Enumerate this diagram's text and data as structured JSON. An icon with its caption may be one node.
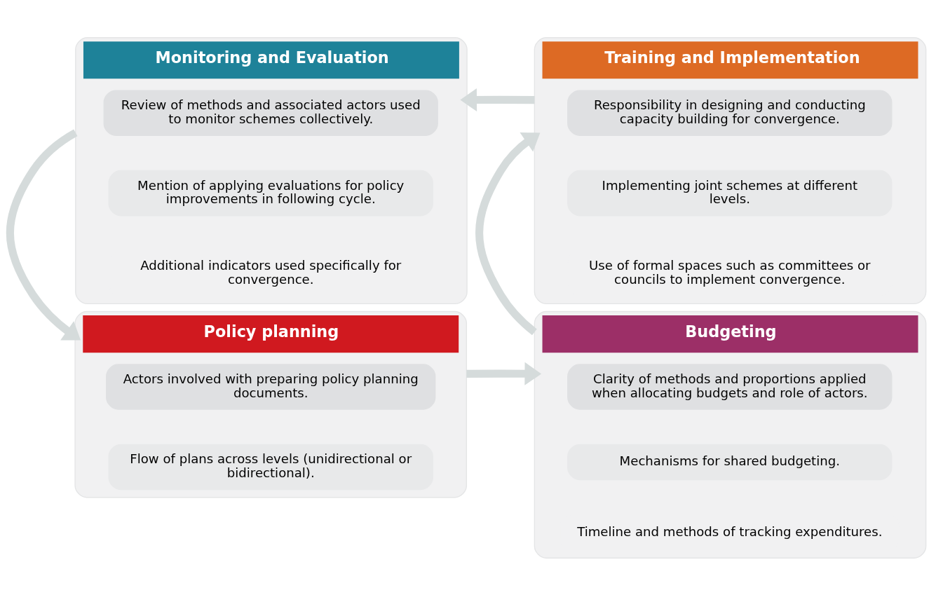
{
  "diagram": {
    "nodes": [
      {
        "text": [
          "Policy planning"
        ]
      },
      {
        "text": [
          "Actors involved with preparing policy planning documents."
        ],
        "in": 0
      },
      {
        "text": [
          "Flow of plans across levels (unidirectional or bidirectional)."
        ],
        "in": 0
      },
      {
        "text": [
          "Budgeting"
        ]
      },
      {
        "text": [
          "Clarity of methods and proportions applied when allocating budgets and role of actors."
        ],
        "in": 3
      },
      {
        "text": [
          "Mechanisms for shared budgeting."
        ],
        "in": 3
      },
      {
        "text": [
          "Timeline and methods of tracking expenditures."
        ],
        "in": 3
      },
      {
        "text": [
          "Training and Implementation"
        ]
      },
      {
        "text": [
          "Responsibility in designing and conducting capacity building for convergence."
        ],
        "in": 7
      },
      {
        "text": [
          "Implementing joint schemes at different levels."
        ],
        "in": 7
      },
      {
        "text": [
          "Use of formal spaces such as committees or councils to implement convergence."
        ],
        "in": 7
      },
      {
        "text": [
          "Monitoring and Evaluation"
        ]
      },
      {
        "text": [
          "Review of methods and associated actors used to monitor schemes collectively."
        ],
        "in": 11
      },
      {
        "text": [
          "Mention of applying evaluations for policy improvements in following cycle."
        ],
        "in": 11
      },
      {
        "text": [
          "Additional indicators used specifically for convergence."
        ],
        "in": 11
      }
    ],
    "edges": [
      {
        "from": 0,
        "to": 3,
        "arrow": "to"
      },
      {
        "from": 3,
        "to": 7,
        "arrow": "to"
      },
      {
        "from": 7,
        "to": 11,
        "arrow": "to"
      },
      {
        "from": 11,
        "to": 0,
        "arrow": "to"
      }
    ]
  }
}
